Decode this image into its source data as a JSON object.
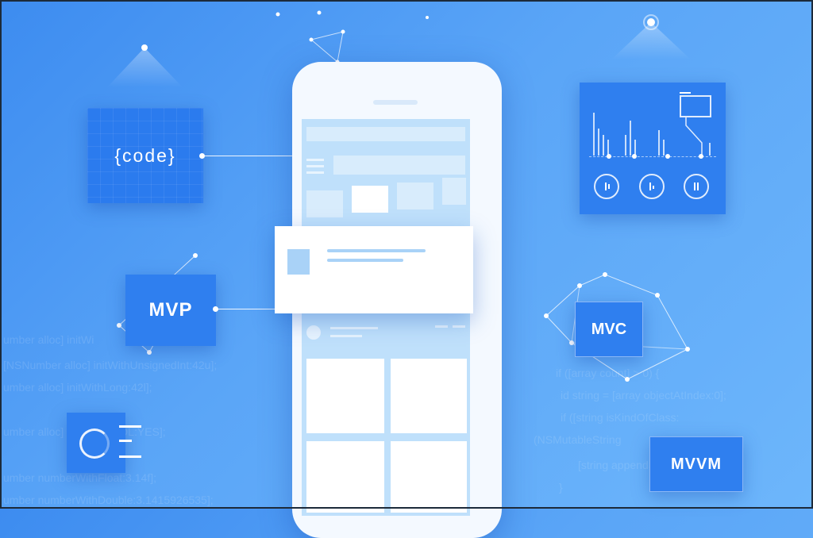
{
  "labels": {
    "code": "{code}",
    "mvp": "MVP",
    "mvc": "MVC",
    "mvvm": "MVVM"
  },
  "background_code_left": [
    "umber alloc] initWi",
    "[NSNumber alloc] initWithUnsignedInt:42u];",
    "umber alloc] initWithLong:42l];",
    "umber alloc] initWithBOOL:YES];",
    "umber numberWithFloat:3.14f];",
    "umber numberWithDouble:3.1415926535];"
  ],
  "background_code_right": [
    "if ([array count] > 0) {",
    "id string = [array objectAtIndex:0];",
    "if ([string isKindOfClass:",
    "(NSMutableString",
    "[string appendString:@\" World\"];",
    "}"
  ],
  "colors": {
    "background": "#4d9cf5",
    "box": "#2f7fef",
    "phone": "#f4f9ff",
    "screen": "#bfe0fb"
  },
  "icons": {
    "code_box": "grid-panel",
    "audio_panel": "equalizer-panel",
    "spinner": "loading-ring-icon",
    "menu": "hamburger-menu-icon"
  }
}
